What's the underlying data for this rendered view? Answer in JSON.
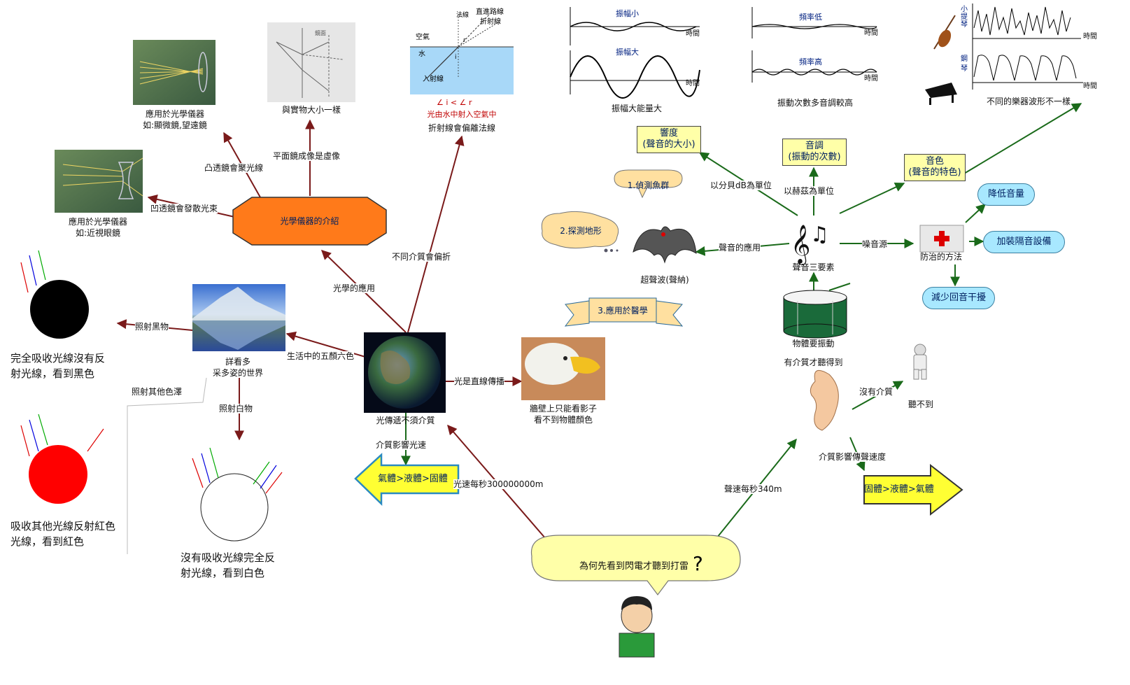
{
  "center": {
    "light_label": "光傳遞不須介質",
    "sound_label": "聲音三要素"
  },
  "question": {
    "text": "為何先看到閃電才聽到打雷",
    "mark": "?"
  },
  "light": {
    "optics_hub": "光學儀器的介紹",
    "edge_optics": "光學的應用",
    "edge_refraction": "不同介質會偏折",
    "edge_colors": "生活中的五顏六色",
    "edge_straight": "光是直線傳播",
    "edge_medium_speed": "介質影響光速",
    "edge_speed": "光速每秒300000000m",
    "speed_arrow": "氣體>液體>固體",
    "convex_edge": "凸透鏡會聚光線",
    "concave_edge": "凹透鏡會發散光束",
    "plane_edge": "平面鏡成像是虛像",
    "convex_caption": [
      "應用於光學儀器",
      "如:顯微鏡,望遠鏡"
    ],
    "concave_caption": [
      "應用於光學儀器",
      "如:近視眼鏡"
    ],
    "plane_caption": "與實物大小一樣",
    "plane_small_label": "鏡面",
    "refraction_caption": "折射線會偏離法線",
    "refraction_red": "光由水中射入空氣中",
    "refraction_angle": "∠ i < ∠ r",
    "refraction_air": "空氣",
    "refraction_water": "水",
    "refraction_incident": "入射線",
    "refraction_normal": "法線",
    "refraction_straight": "直進路線",
    "refraction_refracted": "折射線",
    "refraction_i": "i",
    "refraction_r": "r",
    "world_caption": [
      "詳看多",
      "采多姿的世界"
    ],
    "edge_black": "照射黑物",
    "edge_other": "照射其他色澤",
    "edge_white": "照射白物",
    "black_caption": [
      "完全吸收光線沒有反",
      "射光線，看到黑色"
    ],
    "red_caption": [
      "吸收其他光線反射紅色",
      "光線，看到紅色"
    ],
    "white_caption": [
      "沒有吸收光線完全反",
      "射光線，看到白色"
    ],
    "shadow_caption": [
      "牆壁上只能看影子",
      "看不到物體顏色"
    ]
  },
  "sound": {
    "loudness_box": [
      "響度",
      "(聲音的大小)"
    ],
    "pitch_box": [
      "音調",
      "(振動的次數)"
    ],
    "timbre_box": [
      "音色",
      "(聲音的特色)"
    ],
    "edge_db": "以分貝dB為單位",
    "edge_hz": "以赫茲為單位",
    "edge_apply": "聲音的應用",
    "edge_noise": "噪音源",
    "edge_speed": "聲速每秒340m",
    "edge_medium_speed": "介質影響傳聲速度",
    "edge_no_medium": "沒有介質",
    "loudness_caption": "振幅大能量大",
    "pitch_caption": "振動次數多音調較高",
    "timbre_caption": "不同的樂器波形不一樣",
    "amp_small": "振幅小",
    "amp_big": "振幅大",
    "freq_low": "頻率低",
    "freq_high": "頻率高",
    "time_label": "時間",
    "violin": "小提琴",
    "piano": "鋼琴",
    "bat_caption": "超聲波(聲納)",
    "bat_uses": [
      "1.偵測魚群",
      "2.探測地形",
      "3.應用於醫學"
    ],
    "prevent_caption": "防治的方法",
    "prevent_methods": [
      "降低音量",
      "加裝隔音設備",
      "減少回音干擾"
    ],
    "drum_caption": "物體要振動",
    "ear_caption": "有介質才聽得到",
    "cannot_hear": "聽不到",
    "speed_arrow": "固體>液體>氣體"
  },
  "colors": {
    "arrow_light": "#7a1a1a",
    "arrow_sound": "#1a6a1a",
    "hub": "#ff7a1a",
    "yellow": "#ffff33",
    "box": "#ffffa8",
    "pill": "#a8e8ff"
  }
}
